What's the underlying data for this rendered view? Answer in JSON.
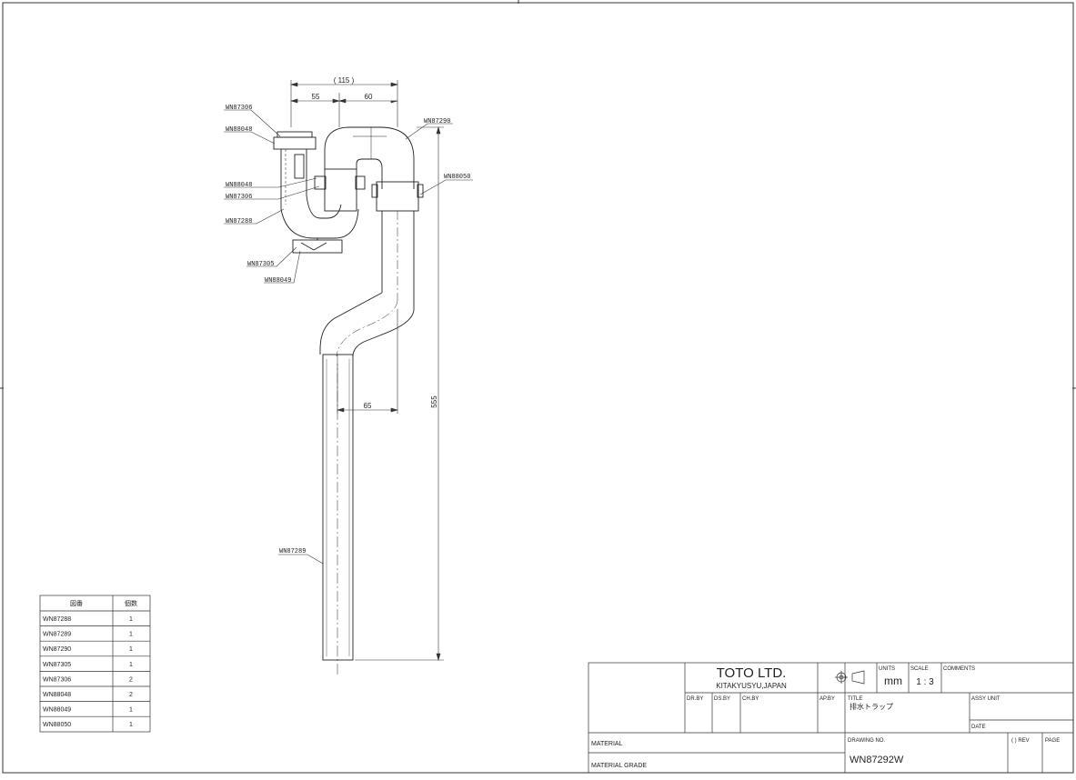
{
  "drawing": {
    "dimensions": {
      "d115": "( 115 )",
      "d55": "55",
      "d60": "60",
      "d65": "65",
      "d555": "555"
    },
    "callouts": {
      "c1": "WN87306",
      "c2": "WN88048",
      "c3": "WN88048",
      "c4": "WN87306",
      "c5": "WN87288",
      "c6": "WN87305",
      "c7": "WN88049",
      "c8": "WN87290",
      "c9": "WN88050",
      "c10": "WN87289"
    }
  },
  "parts_table": {
    "headers": [
      "図番",
      "個数"
    ],
    "rows": [
      {
        "part": "WN87288",
        "qty": "1"
      },
      {
        "part": "WN87289",
        "qty": "1"
      },
      {
        "part": "WN87290",
        "qty": "1"
      },
      {
        "part": "WN87305",
        "qty": "1"
      },
      {
        "part": "WN87306",
        "qty": "2"
      },
      {
        "part": "WN88048",
        "qty": "2"
      },
      {
        "part": "WN88049",
        "qty": "1"
      },
      {
        "part": "WN88050",
        "qty": "1"
      }
    ]
  },
  "title_block": {
    "company": "TOTO LTD.",
    "location": "KITAKYUSYU,JAPAN",
    "units_label": "UNITS",
    "units_value": "mm",
    "scale_label": "SCALE",
    "scale_value": "1 : 3",
    "comments_label": "COMMENTS",
    "drby": "DR.BY",
    "dsby": "DS.BY",
    "chby": "CH.BY",
    "apby": "AP.BY",
    "title_label": "TITLE",
    "title_value": "排水トラップ",
    "assy_label": "ASSY UNIT",
    "date_label": "DATE",
    "material_label": "MATERIAL",
    "material_grade_label": "MATERIAL GRADE",
    "drawing_no_label": "DRAWING NO.",
    "drawing_no_value": "WN87292W",
    "rev_label": "( ) REV",
    "page_label": "PAGE"
  }
}
